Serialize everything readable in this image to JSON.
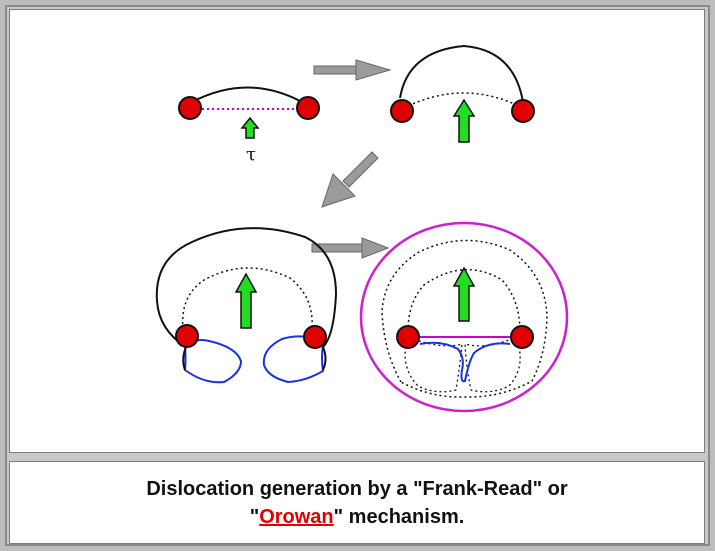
{
  "diagram": {
    "stress_symbol": "τ",
    "colors": {
      "pinning_point": "#e00000",
      "stress_arrow": "#22dd22",
      "flow_arrow": "#9b9b9b",
      "pinned_segment": "#cc00cc",
      "dislocation_line": "#111111",
      "loop_lobe": "#1a33dd",
      "emitted_loop": "#cc22cc"
    },
    "stages": [
      "stage-1",
      "stage-2",
      "stage-3",
      "stage-4"
    ]
  },
  "caption": {
    "part1": "Dislocation generation by a \"Frank-Read\" or",
    "part2_prefix": "\"",
    "link_text": "Orowan",
    "part2_suffix": "\" mechanism."
  }
}
